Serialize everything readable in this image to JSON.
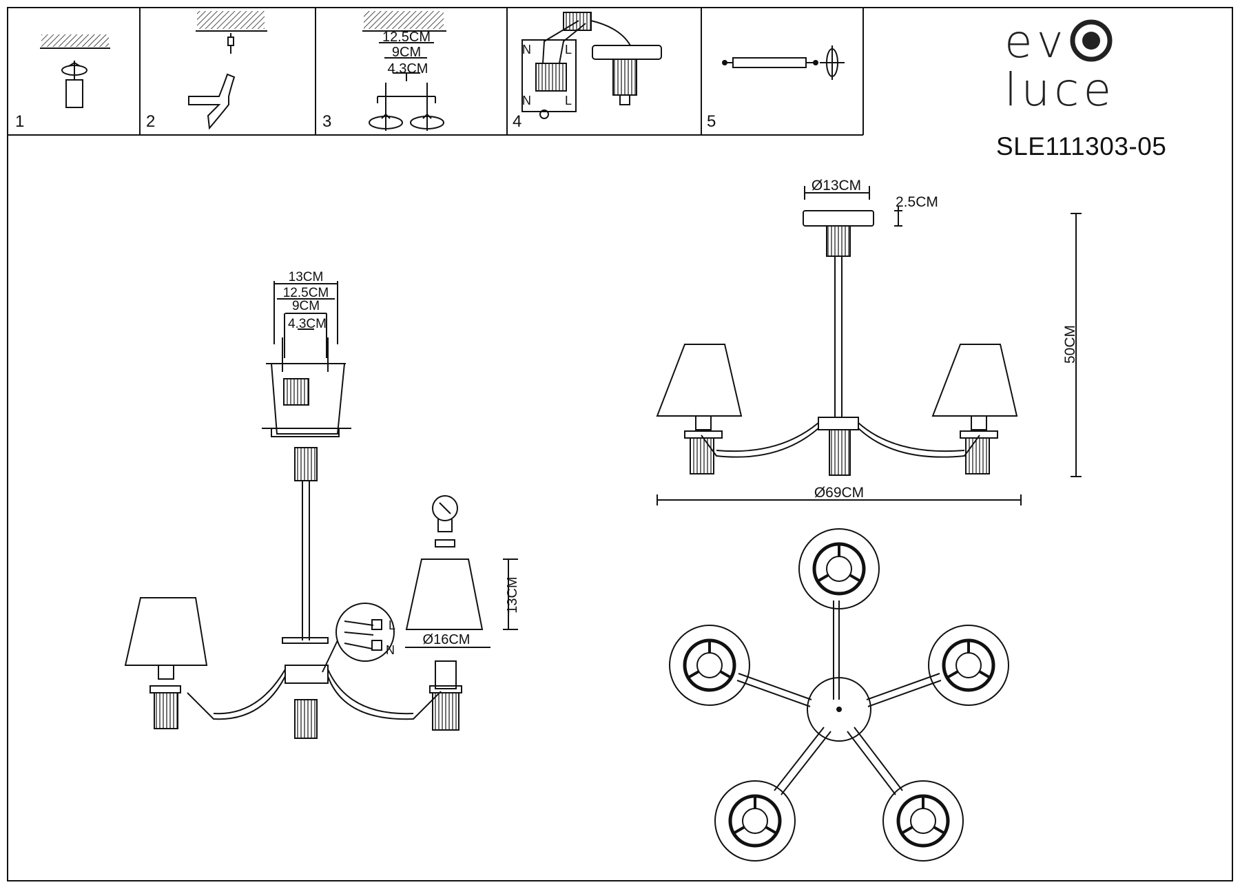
{
  "brand": {
    "line1": "ev",
    "line2": "luce"
  },
  "model_number": "SLE111303-05",
  "install_steps": [
    {
      "number": "1"
    },
    {
      "number": "2"
    },
    {
      "number": "3",
      "dims": [
        "12.5CM",
        "9CM",
        "4.3CM"
      ]
    },
    {
      "number": "4",
      "wire_labels": [
        "N",
        "L",
        "N",
        "L"
      ]
    },
    {
      "number": "5"
    }
  ],
  "exploded_view": {
    "canopy_dims": [
      "13CM",
      "12.5CM",
      "9CM",
      "4.3CM"
    ],
    "shade_height": "13CM",
    "shade_diameter": "Ø16CM",
    "wire_labels": [
      "L",
      "N"
    ]
  },
  "side_view": {
    "canopy_diameter": "Ø13CM",
    "canopy_height": "2.5CM",
    "total_height": "50CM",
    "total_diameter": "Ø69CM"
  },
  "colors": {
    "line": "#111111",
    "background": "#ffffff"
  }
}
